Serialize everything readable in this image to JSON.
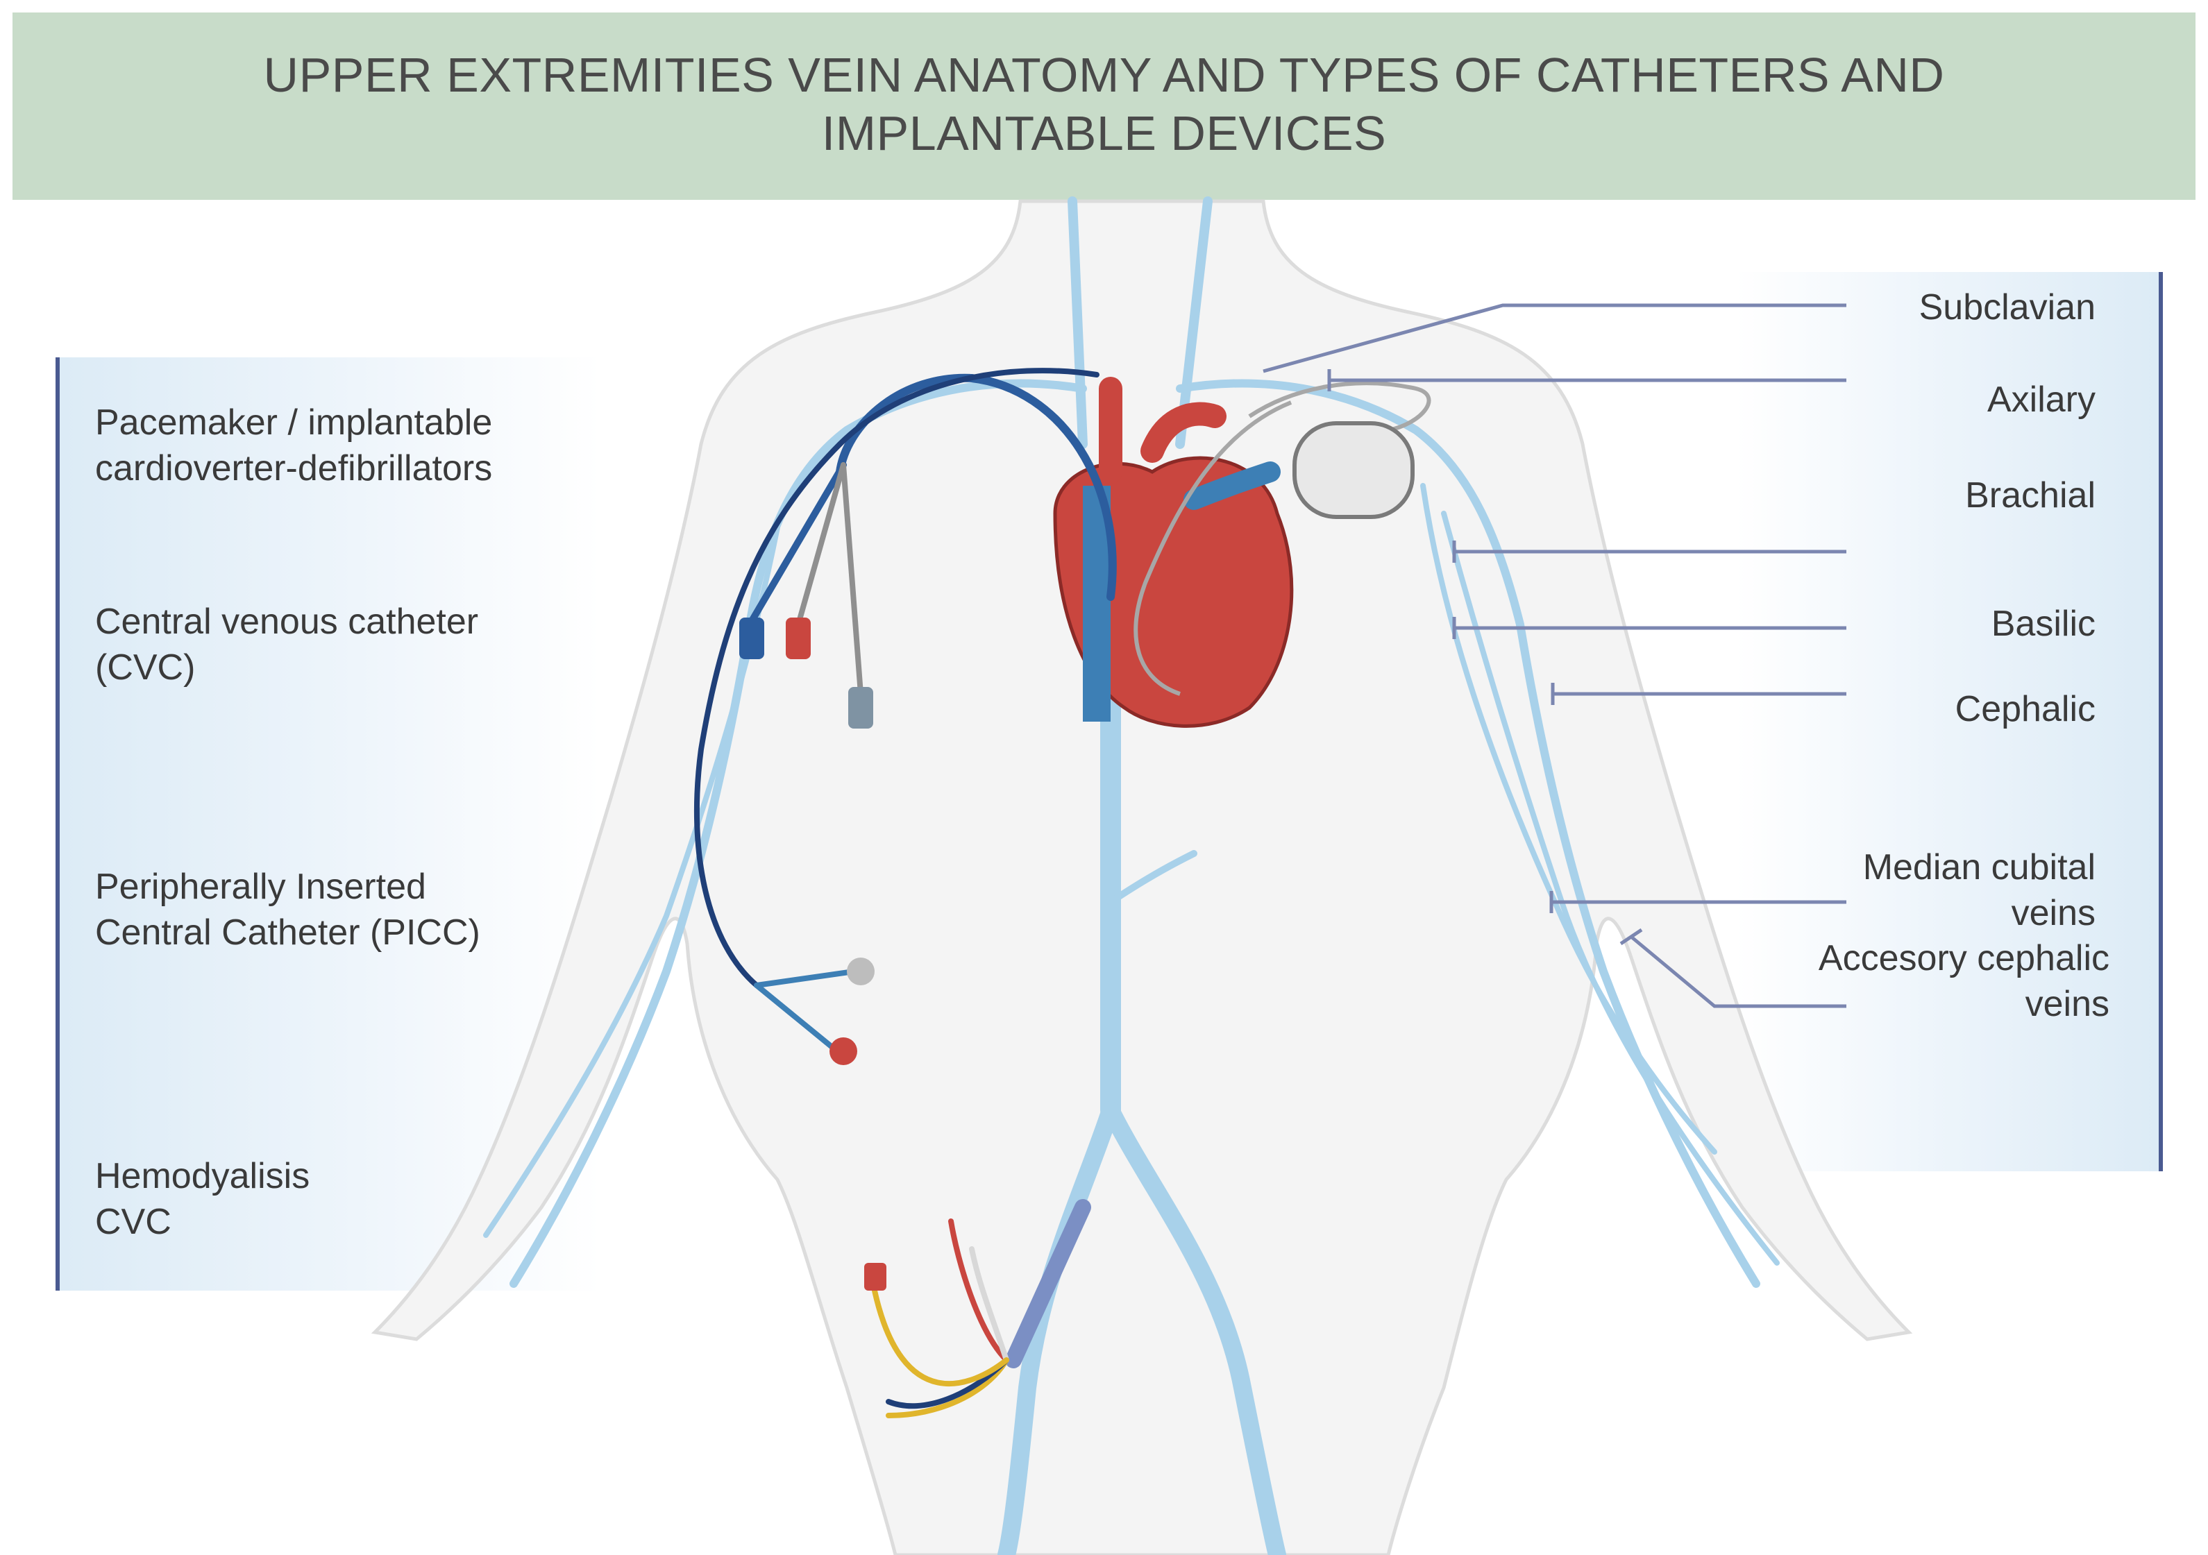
{
  "title": {
    "line1": "UPPER EXTREMITIES VEIN ANATOMY AND TYPES OF CATHETERS AND",
    "line2": "IMPLANTABLE DEVICES"
  },
  "left_labels": {
    "pacemaker": {
      "line1": "Pacemaker / implantable",
      "line2": "cardioverter-defibrillators"
    },
    "cvc": {
      "line1": "Central venous catheter",
      "line2": "(CVC)"
    },
    "picc": {
      "line1": "Peripherally Inserted",
      "line2": "Central Catheter (PICC)"
    },
    "hemodialysis": {
      "line1": "Hemodyalisis",
      "line2": "CVC"
    }
  },
  "right_labels": {
    "subclavian": "Subclavian",
    "axilary": "Axilary",
    "brachial": "Brachial",
    "basilic": "Basilic",
    "cephalic": "Cephalic",
    "median_cubital": {
      "line1": "Median cubital",
      "line2": "veins"
    },
    "accessory_cephalic": {
      "line1": "Accesory cephalic",
      "line2": "veins"
    }
  },
  "colors": {
    "title_band": "#c8dcc9",
    "panel_border": "#4a5a91",
    "vein": "#a8d1ea",
    "body_outline": "#dcdcdc",
    "heart": "#c9463f",
    "heart_vessel_blue": "#3d7fb5",
    "catheter_blue": "#2c5d9e",
    "pacemaker_lead": "#a7a7a7",
    "leader_line": "#7b86b0"
  }
}
